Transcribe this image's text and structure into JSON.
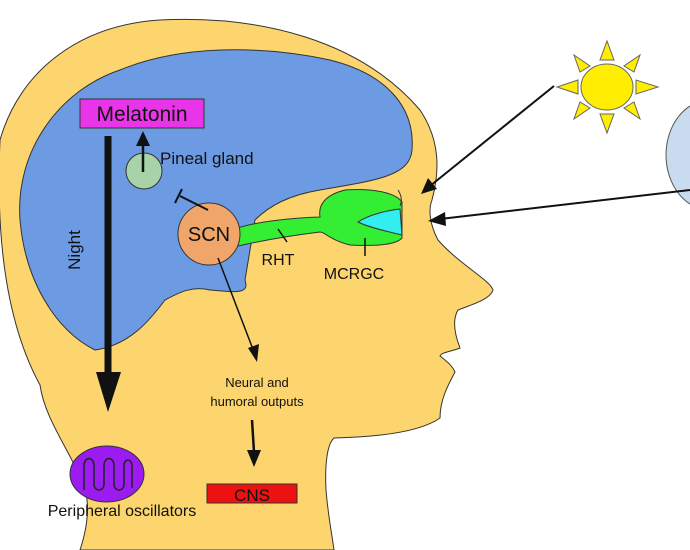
{
  "labels": {
    "melatonin": "Melatonin",
    "pineal_gland": "Pineal gland",
    "night": "Night",
    "scn": "SCN",
    "rht": "RHT",
    "mcrgc": "MCRGC",
    "outputs_line1": "Neural and",
    "outputs_line2": "humoral outputs",
    "cns": "CNS",
    "peripheral": "Peripheral oscillators"
  },
  "colors": {
    "head": "#fdd56f",
    "brain": "#6c9be3",
    "melatonin_box": "#ea34e9",
    "pineal": "#a8d3a8",
    "scn": "#f0a56a",
    "retina_tract": "#33ee33",
    "eye": "#33eeee",
    "sun": "#ffee00",
    "moon": "#c9dcef",
    "cns_box": "#ee1111",
    "oscillator": "#9b1bf0"
  }
}
